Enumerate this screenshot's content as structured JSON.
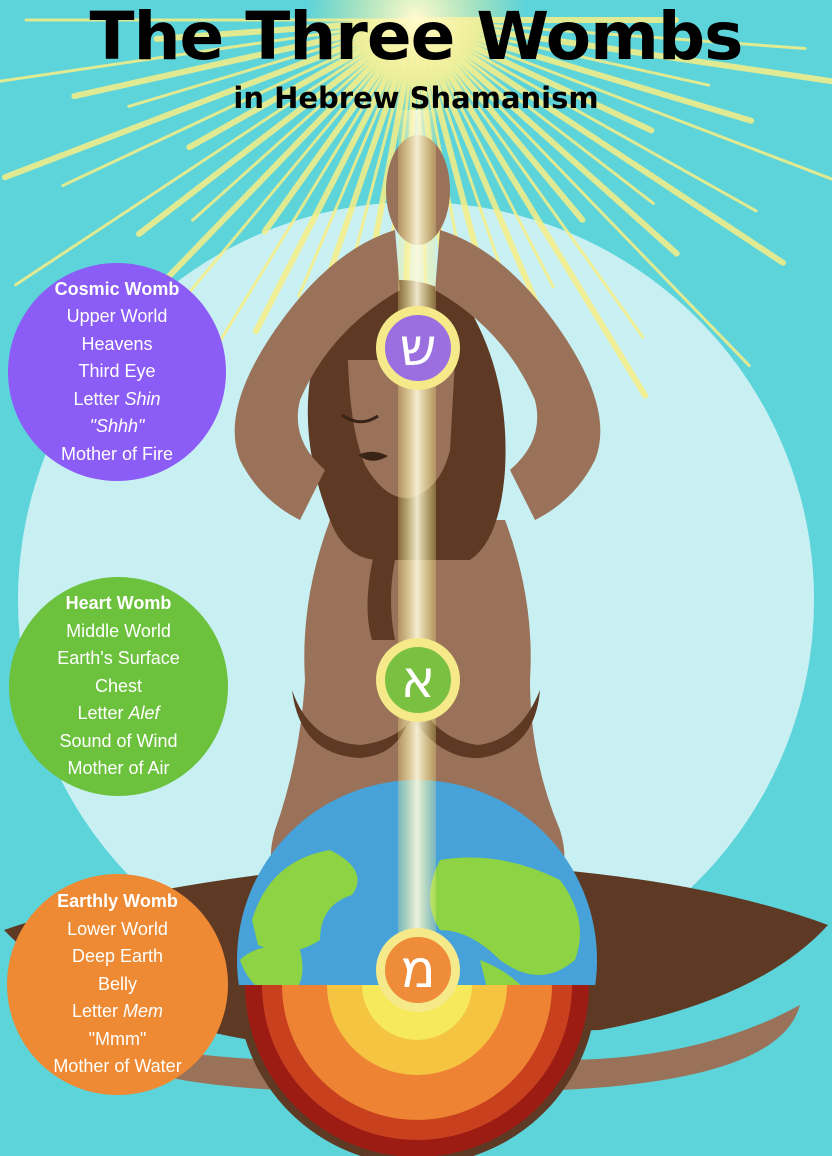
{
  "title": "The Three Wombs",
  "subtitle": "in Hebrew Shamanism",
  "colors": {
    "background": "#5dd3da",
    "halo": "#c8f0f3",
    "skin": "#9a7159",
    "hair": "#5e3a24",
    "ray": "#f7ef86",
    "cosmic": "#8b5cf6",
    "heart": "#6cc23d",
    "earthly": "#ed8a33"
  },
  "wombs": {
    "cosmic": {
      "name": "Cosmic Womb",
      "world": "Upper World",
      "realm": "Heavens",
      "body": "Third Eye",
      "letter_prefix": "Letter",
      "letter": "Shin",
      "sound": "\"Shhh\"",
      "mother": "Mother of Fire",
      "glyph": "ש",
      "icon": "shin-letter-icon"
    },
    "heart": {
      "name": "Heart Womb",
      "world": "Middle World",
      "realm": "Earth's Surface",
      "body": "Chest",
      "letter_prefix": "Letter",
      "letter": "Alef",
      "sound": "Sound of Wind",
      "mother": "Mother of Air",
      "glyph": "א",
      "icon": "alef-letter-icon"
    },
    "earthly": {
      "name": "Earthly Womb",
      "world": "Lower World",
      "realm": "Deep Earth",
      "body": "Belly",
      "letter_prefix": "Letter",
      "letter": "Mem",
      "sound": "\"Mmm\"",
      "mother": "Mother of Water",
      "glyph": "מ",
      "icon": "mem-letter-icon"
    }
  }
}
